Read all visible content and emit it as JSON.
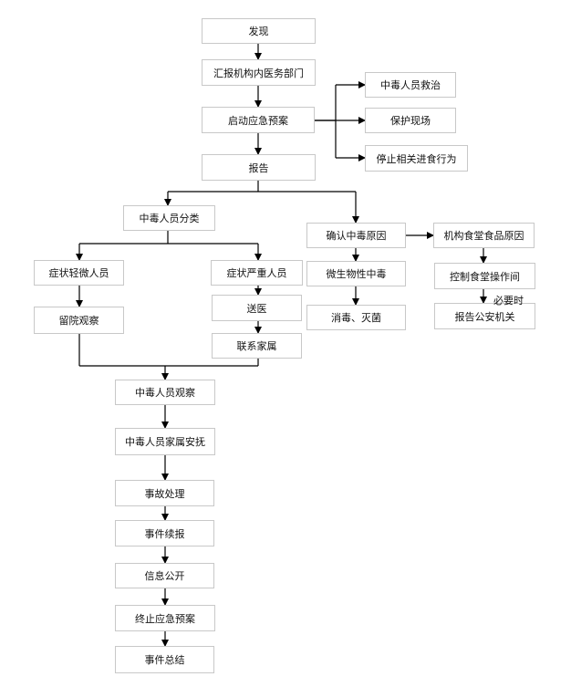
{
  "nodes": {
    "discover": "发现",
    "report_medical": "汇报机构内医务部门",
    "start_plan": "启动应急预案",
    "rescue": "中毒人员救治",
    "protect_site": "保护现场",
    "stop_eating": "停止相关进食行为",
    "report": "报告",
    "classify": "中毒人员分类",
    "confirm_cause": "确认中毒原因",
    "canteen_cause": "机构食堂食品原因",
    "mild": "症状轻微人员",
    "severe": "症状严重人员",
    "microbe": "微生物性中毒",
    "control_canteen": "控制食堂操作间",
    "hospital_observe": "留院观察",
    "send_hospital": "送医",
    "disinfect": "消毒、灭菌",
    "report_police": "报告公安机关",
    "contact_family": "联系家属",
    "observe": "中毒人员观察",
    "comfort_family": "中毒人员家属安抚",
    "handle": "事故处理",
    "follow_report": "事件续报",
    "disclose": "信息公开",
    "end_plan": "终止应急预案",
    "summary": "事件总结"
  },
  "annotations": {
    "when_necessary": "必要时"
  },
  "colors": {
    "box_border": "#c8c8c8",
    "line": "#000000",
    "text": "#111111"
  }
}
